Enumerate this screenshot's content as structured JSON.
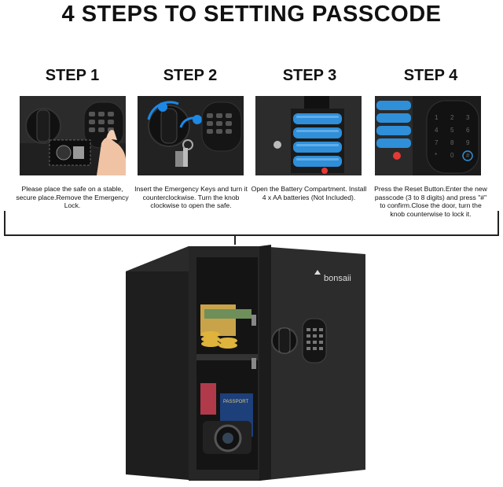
{
  "title": "4 STEPS TO SETTING PASSCODE",
  "steps": [
    {
      "label": "STEP 1",
      "desc": "Please place the safe on a stable, secure place.Remove the Emergency Lock."
    },
    {
      "label": "STEP 2",
      "desc": "Insert the Emergency Keys and turn it counterclockwise. Turn the knob clockwise to open the safe."
    },
    {
      "label": "STEP 3",
      "desc": "Open the Battery Compartment. Install 4 x AA batteries (Not Included)."
    },
    {
      "label": "STEP 4",
      "desc": "Press the Reset Button.Enter the new passcode (3 to 8 digits) and press \"#\" to confirm.Close the door, turn the knob counterwise to lock it."
    }
  ],
  "brand": "bonsaii",
  "passport_text": "PASSPORT",
  "colors": {
    "safe": "#2a2a2a",
    "battery": "#2f8fd8",
    "accent_blue": "#1e88e5",
    "reset_button": "#e53935"
  }
}
